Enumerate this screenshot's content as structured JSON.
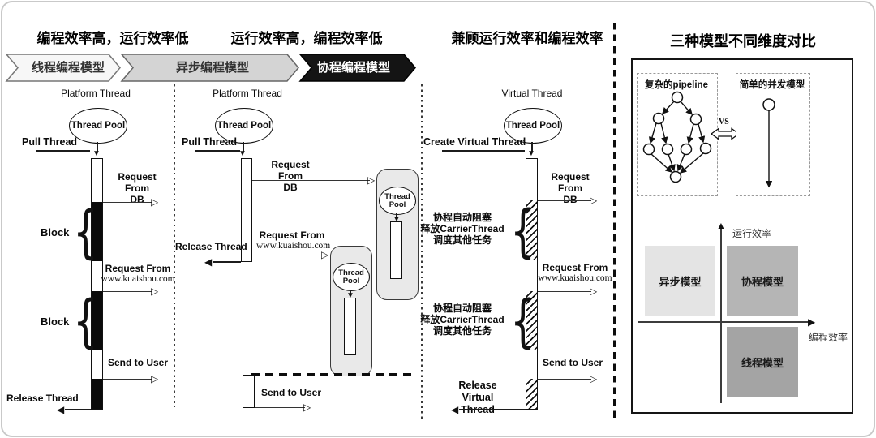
{
  "headers": {
    "col1": "编程效率高，运行效率低",
    "col2": "运行效率高，编程效率低",
    "col3": "兼顾运行效率和编程效率",
    "panel": "三种模型不同维度对比"
  },
  "banners": {
    "thread": "线程编程模型",
    "async": "异步编程模型",
    "coroutine": "协程编程模型"
  },
  "labels": {
    "platform_thread": "Platform Thread",
    "virtual_thread": "Virtual Thread",
    "thread_pool": "Thread Pool",
    "pull_thread": "Pull Thread",
    "create_virtual_thread": "Create Virtual Thread",
    "request_from": "Request From",
    "db": "DB",
    "kuaishou_url": "www.kuaishou.com",
    "block": "Block",
    "send_to_user": "Send to User",
    "release_thread": "Release Thread",
    "release_virtual_1": "Release Virtual",
    "release_virtual_2": "Thread",
    "coroutine_block_1": "协程自动阻塞",
    "coroutine_block_2": "释放CarrierThread",
    "coroutine_block_3": "调度其他任务"
  },
  "panel": {
    "pipeline": "复杂的pipeline",
    "simple": "简单的并发模型",
    "vs": "vs",
    "y_axis": "运行效率",
    "x_axis": "编程效率",
    "async_model": "异步模型",
    "coroutine_model": "协程模型",
    "thread_model": "线程模型"
  },
  "icons": {
    "brace": "{",
    "tri_right_hollow": "▷",
    "tri_left_solid": "◀",
    "tri_down_solid": "▼",
    "tri_up_solid": "▲",
    "tri_right_solid": "▶"
  },
  "colors": {
    "banner_thread_fill": "#f7f7f7",
    "banner_async_fill": "#d4d4d4",
    "banner_coroutine_fill": "#141414",
    "quad_async": "#e4e4e4",
    "quad_coroutine": "#b5b5b5",
    "quad_thread": "#a4a4a4"
  }
}
